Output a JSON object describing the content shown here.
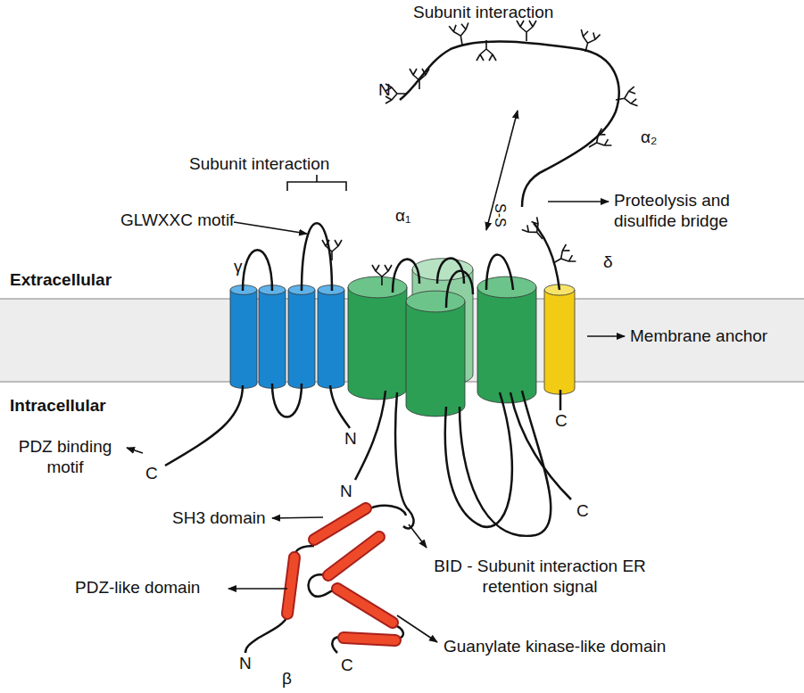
{
  "diagram": {
    "labels": [
      "Subunit interaction",
      "Subunit interaction",
      "GLWXXC motif",
      "N",
      "α₂",
      "S-S",
      "Proteolysis and disulfide bridge",
      "δ",
      "γ",
      "α₁",
      "Extracellular",
      "Membrane anchor",
      "Intracellular",
      "C",
      "PDZ binding motif",
      "C",
      "N",
      "N",
      "C",
      "SH3 domain",
      "BID - Subunit interaction ER retention signal",
      "PDZ-like domain",
      "N",
      "C",
      "Guanylate kinase-like domain",
      "β"
    ]
  }
}
